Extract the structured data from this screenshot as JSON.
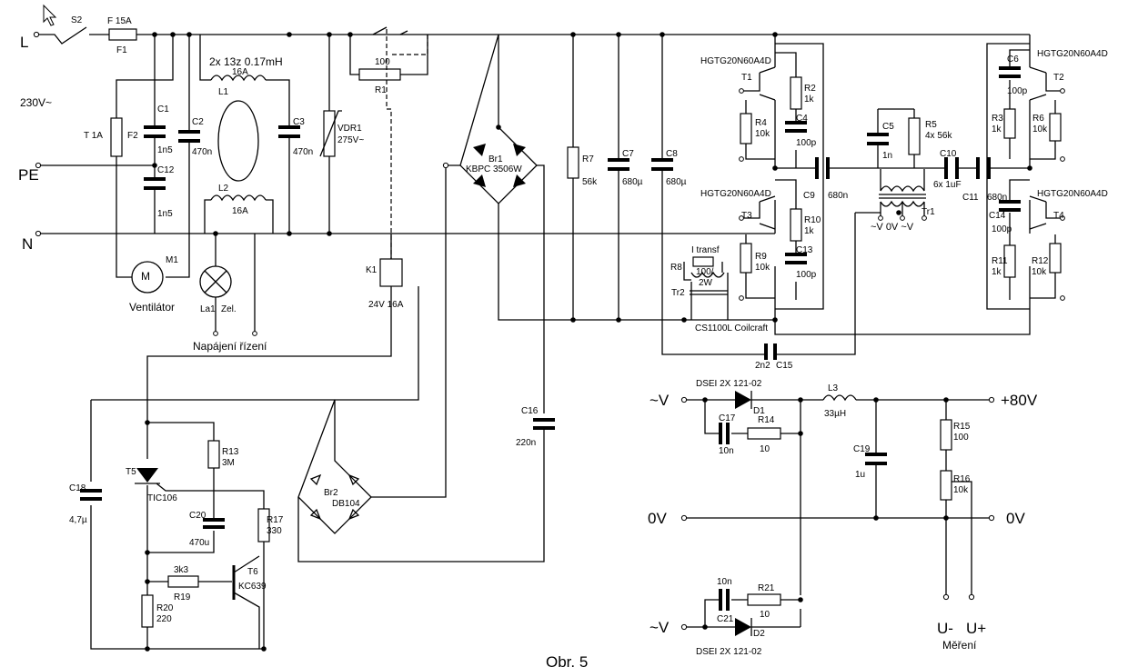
{
  "labels": {
    "L": "L",
    "PE": "PE",
    "N": "N",
    "mains": "230V~",
    "s2": "S2",
    "f1a": "F 15A",
    "f1b": "F1",
    "t1a": "T 1A",
    "f2": "F2",
    "c1": "C1",
    "c1v": "1n5",
    "c2": "C2",
    "c2v": "470n",
    "c12": "C12",
    "c12v": "1n5",
    "choke": "2x 13z 0.17mH",
    "l1cur": "16A",
    "l1": "L1",
    "l2": "L2",
    "l2cur": "16A",
    "c3": "C3",
    "c3v": "470n",
    "vdr": "VDR1",
    "vdrv": "275V~",
    "r1v": "100",
    "r1": "R1",
    "br1": "Br1",
    "br1v": "KBPC 3506W",
    "m1": "M1",
    "vent": "Ventilátor",
    "la1": "La1",
    "zel": "Zel.",
    "napajeni": "Napájení řízení",
    "k1": "K1",
    "k1v": "24V 16A",
    "r7": "R7",
    "r7v": "56k",
    "c7": "C7",
    "c7v": "680µ",
    "c8": "C8",
    "c8v": "680µ",
    "igbt1": "HGTG20N60A4D",
    "igbt2": "HGTG20N60A4D",
    "igbt3": "HGTG20N60A4D",
    "igbt4": "HGTG20N60A4D",
    "t1": "T1",
    "t2": "T2",
    "t3": "T3",
    "t4": "T4",
    "r2": "R2",
    "r2v": "1k",
    "r4": "R4",
    "r4v": "10k",
    "c4": "C4",
    "c4v": "100p",
    "c5": "C5",
    "c5v": "1n",
    "r5": "R5",
    "r5v": "4x 56k",
    "c10": "C10",
    "c10v": "6x 1uF",
    "c9": "C9",
    "c9v": "680n",
    "c11": "C11",
    "c11v": "680n",
    "c6": "C6",
    "c6v": "100p",
    "r3": "R3",
    "r3v": "1k",
    "r6": "R6",
    "r6v": "10k",
    "r10": "R10",
    "r10v": "1k",
    "r9": "R9",
    "r9v": "10k",
    "c13": "C13",
    "c13v": "100p",
    "c14": "C14",
    "c14v": "100p",
    "r11": "R11",
    "r11v": "1k",
    "r12": "R12",
    "r12v": "10k",
    "tr1": "Tr1",
    "tr1sec": "~V 0V ~V",
    "itransf": "I transf",
    "r8": "R8",
    "r8v": "100/",
    "r8w": "2W",
    "tr2": "Tr2",
    "cs": "CS1100L Coilcraft",
    "c15v": "2n2",
    "c15": "C15",
    "c16": "C16",
    "c16v": "220n",
    "t5": "T5",
    "t5v": "TIC106",
    "c18": "C18",
    "c18v": "4,7µ",
    "r13": "R13",
    "r13v": "3M",
    "c20": "C20",
    "c20v": "470u",
    "r17": "R17",
    "r17v": "330",
    "br2": "Br2",
    "br2v": "DB104",
    "r19v": "3k3",
    "r19": "R19",
    "t6": "T6",
    "t6v": "KC639",
    "r20": "R20",
    "r20v": "220",
    "acv1": "~V",
    "acv2": "~V",
    "zerov": "0V",
    "zerovout": "0V",
    "plus80": "+80V",
    "dsei1": "DSEI 2X 121-02",
    "d1": "D1",
    "c17": "C17",
    "c17v": "10n",
    "r14": "R14",
    "r14v": "10",
    "l3": "L3",
    "l3v": "33µH",
    "c19": "C19",
    "c19v": "1u",
    "r15": "R15",
    "r15v": "100",
    "r16": "R16",
    "r16v": "10k",
    "c21v": "10n",
    "c21": "C21",
    "r21": "R21",
    "r21v": "10",
    "d2": "D2",
    "dsei2": "DSEI 2X 121-02",
    "uminus": "U-",
    "uplus": "U+",
    "mereni": "Měření",
    "caption": "Obr. 5"
  }
}
